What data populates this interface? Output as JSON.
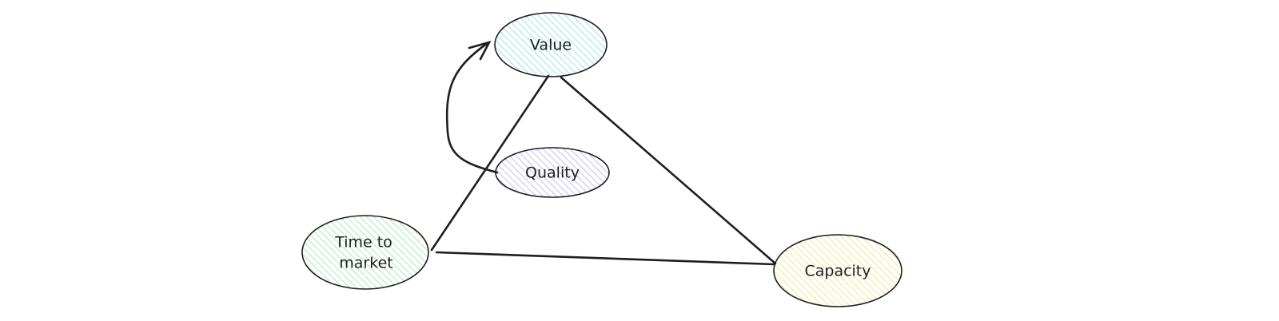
{
  "diagram": {
    "nodes": {
      "value": {
        "label": "Value",
        "color": "#b2ebf2"
      },
      "quality": {
        "label": "Quality",
        "color": "#d0c4f7"
      },
      "time_to_market": {
        "label_line1": "Time to",
        "label_line2": "market",
        "color": "#b2f2bb"
      },
      "capacity": {
        "label": "Capacity",
        "color": "#ffec99"
      }
    },
    "edges": [
      {
        "from": "time_to_market",
        "to": "value",
        "type": "line"
      },
      {
        "from": "value",
        "to": "capacity",
        "type": "line"
      },
      {
        "from": "time_to_market",
        "to": "capacity",
        "type": "line"
      },
      {
        "from": "quality",
        "to": "value",
        "type": "arrow"
      }
    ]
  }
}
